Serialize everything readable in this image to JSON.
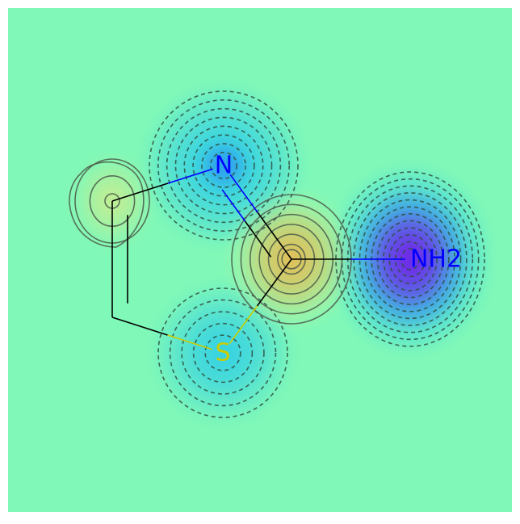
{
  "molecule": {
    "atoms": [
      {
        "id": "N1",
        "label": "N",
        "color": "#0000ff",
        "charge": -0.55
      },
      {
        "id": "S1",
        "label": "S",
        "color": "#cccc00",
        "charge": -0.35
      },
      {
        "id": "NH2",
        "label": "NH2",
        "color": "#0000ff",
        "charge": -0.85
      },
      {
        "id": "C2",
        "label": "",
        "color": "#000000",
        "charge": 0.45
      },
      {
        "id": "C4",
        "label": "",
        "color": "#000000",
        "charge": 0.15
      },
      {
        "id": "C5",
        "label": "",
        "color": "#000000",
        "charge": 0.0
      }
    ],
    "bonds": [
      {
        "from": "C4",
        "to": "N1",
        "order": 1
      },
      {
        "from": "N1",
        "to": "C2",
        "order": 2
      },
      {
        "from": "C2",
        "to": "S1",
        "order": 1
      },
      {
        "from": "S1",
        "to": "C5",
        "order": 1
      },
      {
        "from": "C5",
        "to": "C4",
        "order": 2
      },
      {
        "from": "C2",
        "to": "NH2",
        "order": 1
      }
    ]
  },
  "colors": {
    "background": "#ffffff",
    "map_neutral": "#80f8b8",
    "positive_contour": "#4a5a4a",
    "negative_contour": "#2f4f3f"
  },
  "contours": {
    "positive_style": "solid",
    "negative_style": "dashed"
  }
}
